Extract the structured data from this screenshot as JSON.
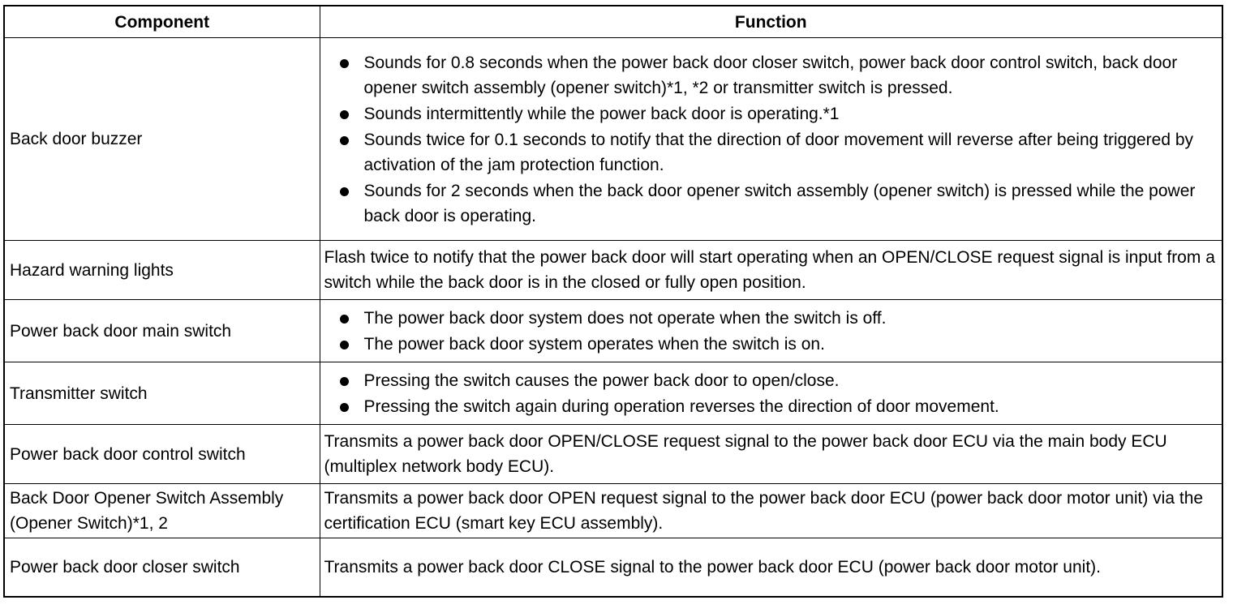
{
  "table": {
    "headers": {
      "component": "Component",
      "function": "Function"
    },
    "rows": [
      {
        "component": "Back door buzzer",
        "bullets": [
          "Sounds for 0.8 seconds when the power back door closer switch, power back door control switch, back door opener switch assembly (opener switch)*1, *2 or transmitter switch is pressed.",
          "Sounds intermittently while the power back door is operating.*1",
          "Sounds twice for 0.1 seconds to notify that the direction of door movement will reverse after being triggered by activation of the jam protection function.",
          "Sounds for 2 seconds when the back door opener switch assembly (opener switch) is pressed while the power back door is operating."
        ]
      },
      {
        "component": "Hazard warning lights",
        "function": "Flash twice to notify that the power back door will start operating when an OPEN/CLOSE request signal is input from a switch while the back door is in the closed or fully open position."
      },
      {
        "component": "Power back door main switch",
        "bullets": [
          "The power back door system does not operate when the switch is off.",
          "The power back door system operates when the switch is on."
        ]
      },
      {
        "component": "Transmitter switch",
        "bullets": [
          "Pressing the switch causes the power back door to open/close.",
          "Pressing the switch again during operation reverses the direction of door movement."
        ]
      },
      {
        "component": "Power back door control switch",
        "function": "Transmits a power back door OPEN/CLOSE request signal to the power back door ECU via the main body ECU (multiplex network body ECU)."
      },
      {
        "component": "Back Door Opener Switch Assembly (Opener Switch)*1, 2",
        "function": "Transmits a power back door OPEN request signal to the power back door ECU (power back door motor unit) via the certification ECU (smart key ECU assembly)."
      },
      {
        "component": "Power back door closer switch",
        "function": "Transmits a power back door CLOSE signal to the power back door ECU (power back door motor unit)."
      }
    ]
  }
}
